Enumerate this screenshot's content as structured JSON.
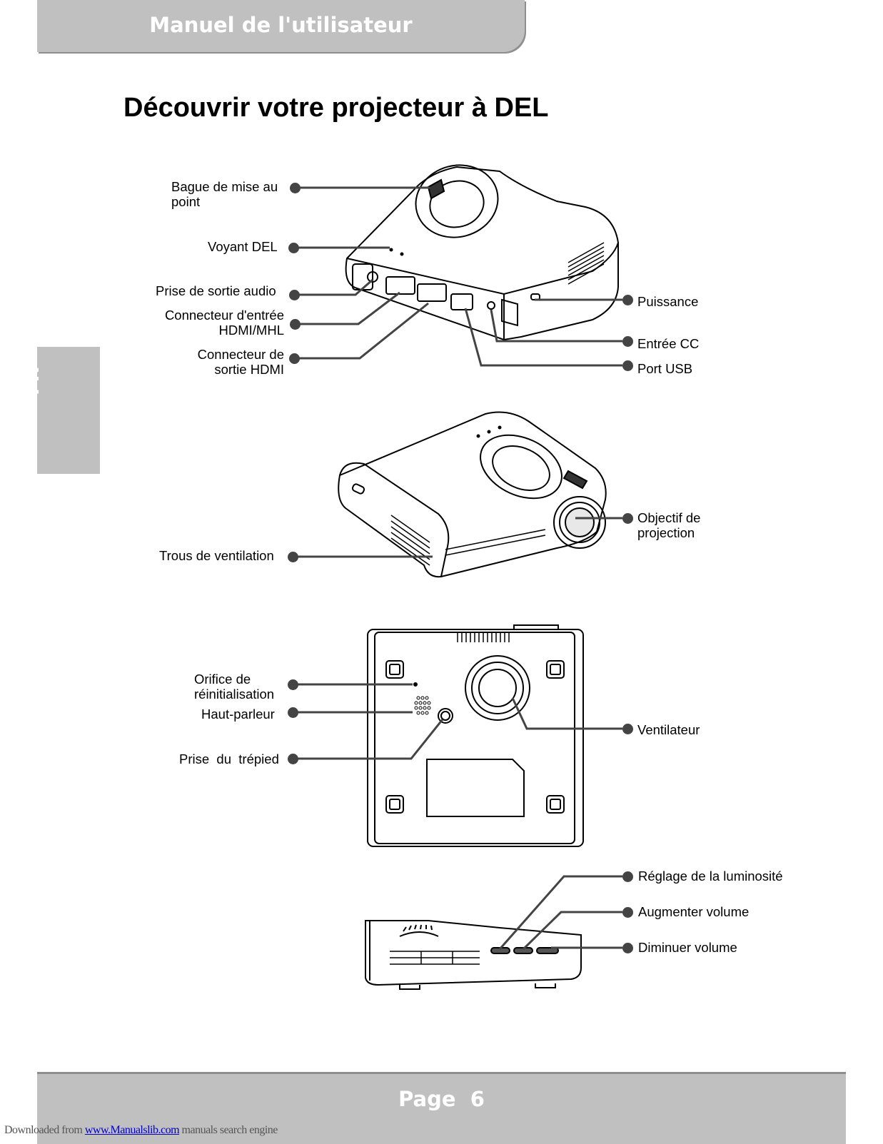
{
  "header": {
    "title": "Manuel de l'utilisateur"
  },
  "title": "Découvrir votre projecteur à DEL",
  "lang_tab": "FR",
  "labels": {
    "focus_ring": "Bague de mise au\npoint",
    "led": "Voyant DEL",
    "audio_out": "Prise de sortie audio",
    "hdmi_in": "Connecteur d'entrée\nHDMI/MHL",
    "hdmi_out": "Connecteur de\nsortie HDMI",
    "power": "Puissance",
    "dc_in": "Entrée CC",
    "usb": "Port USB",
    "lens": "Objectif de\nprojection",
    "vents": "Trous de ventilation",
    "reset": "Orifice de\nréinitialisation",
    "speaker": "Haut-parleur",
    "tripod": "Prise  du  trépied",
    "fan": "Ventilateur",
    "brightness": "Réglage de la luminosité",
    "vol_up": "Augmenter volume",
    "vol_down": "Diminuer volume"
  },
  "footer": {
    "page": "Page  6"
  },
  "watermark": {
    "prefix": "Downloaded from ",
    "link": "www.Manualslib.com",
    "suffix": "  manuals search engine"
  }
}
